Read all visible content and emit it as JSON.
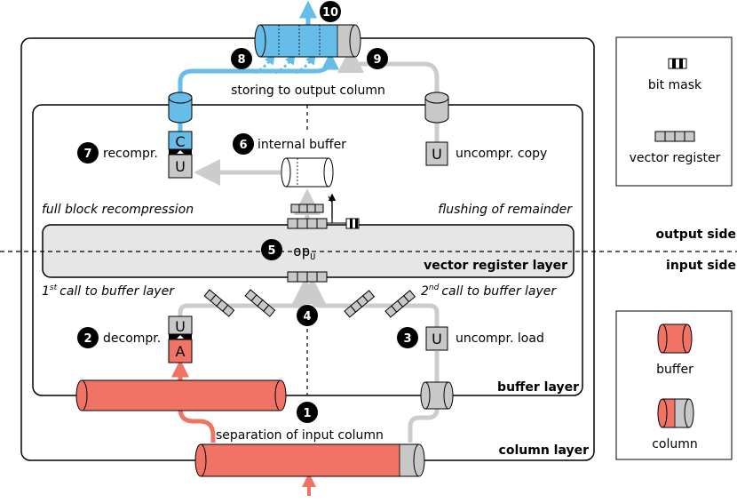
{
  "layers": {
    "column": "column layer",
    "buffer": "buffer layer",
    "vector_register": "vector register layer"
  },
  "sides": {
    "output": "output side",
    "input": "input side"
  },
  "operator": {
    "base": "op",
    "sub": "U"
  },
  "labels": {
    "storing": "storing to output column",
    "internal_buffer": "internal buffer",
    "recompr": "recompr.",
    "uncompr_copy": "uncompr. copy",
    "full_block": "full block recompression",
    "flushing": "flushing of remainder",
    "first_call": "call to buffer layer",
    "first_call_num": "1",
    "first_call_sup": "st",
    "second_call": "call to buffer layer",
    "second_call_num": "2",
    "second_call_sup": "nd",
    "decompr": "decompr.",
    "uncompr_load": "uncompr. load",
    "separation": "separation of input column"
  },
  "box_letters": {
    "c": "C",
    "u_top": "U",
    "u_top_left": "U",
    "a": "A",
    "u_copy": "U",
    "u_load": "U"
  },
  "steps": [
    "1",
    "2",
    "3",
    "4",
    "5",
    "6",
    "7",
    "8",
    "9",
    "10"
  ],
  "legend": {
    "bit_mask": "bit mask",
    "vector_register": "vector register",
    "buffer": "buffer",
    "column": "column"
  },
  "colors": {
    "blue": "#66bde8",
    "red": "#f07366",
    "gray": "#c8c8c8",
    "dark_gray": "#a8a8a8",
    "arrow_gray": "#cccccc",
    "layer_fill": "#e6e6e6"
  }
}
